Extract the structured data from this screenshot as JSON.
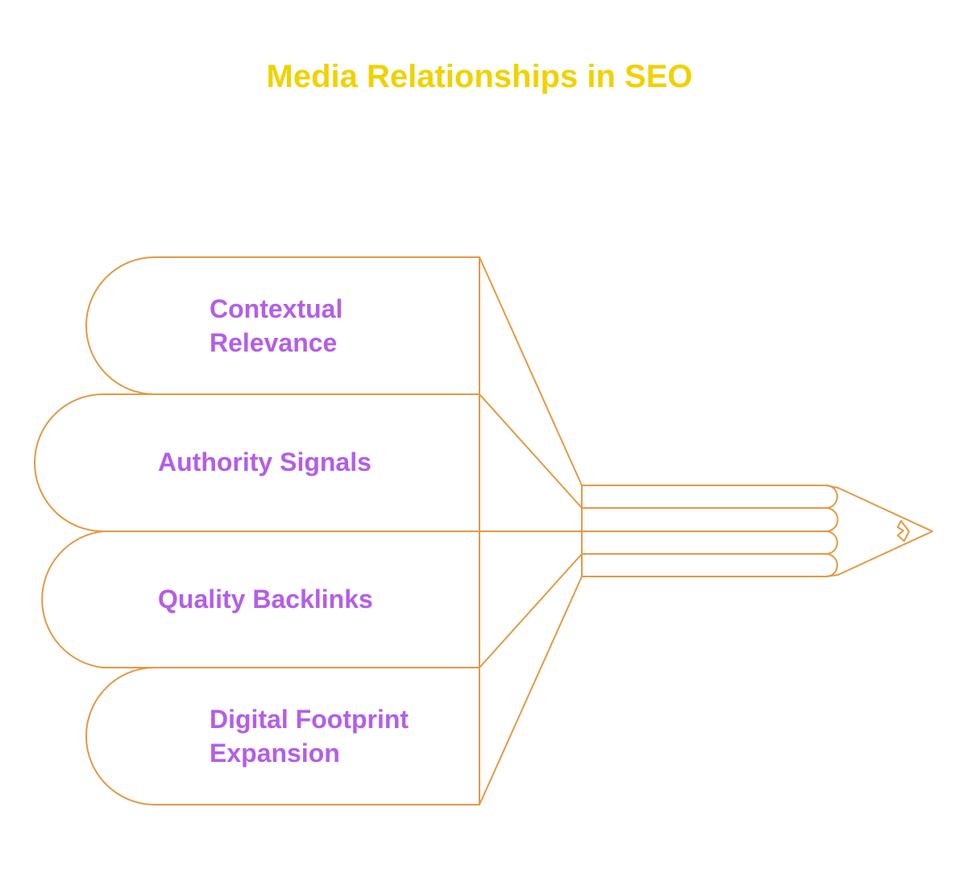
{
  "title": "Media Relationships in SEO",
  "colors": {
    "title": "#f0d200",
    "label": "#b45ee6",
    "outline": "#e39a44"
  },
  "segments": [
    {
      "label_line1": "Contextual",
      "label_line2": "Relevance"
    },
    {
      "label_line1": "Authority Signals",
      "label_line2": ""
    },
    {
      "label_line1": "Quality Backlinks",
      "label_line2": ""
    },
    {
      "label_line1": "Digital Footprint",
      "label_line2": "Expansion"
    }
  ]
}
